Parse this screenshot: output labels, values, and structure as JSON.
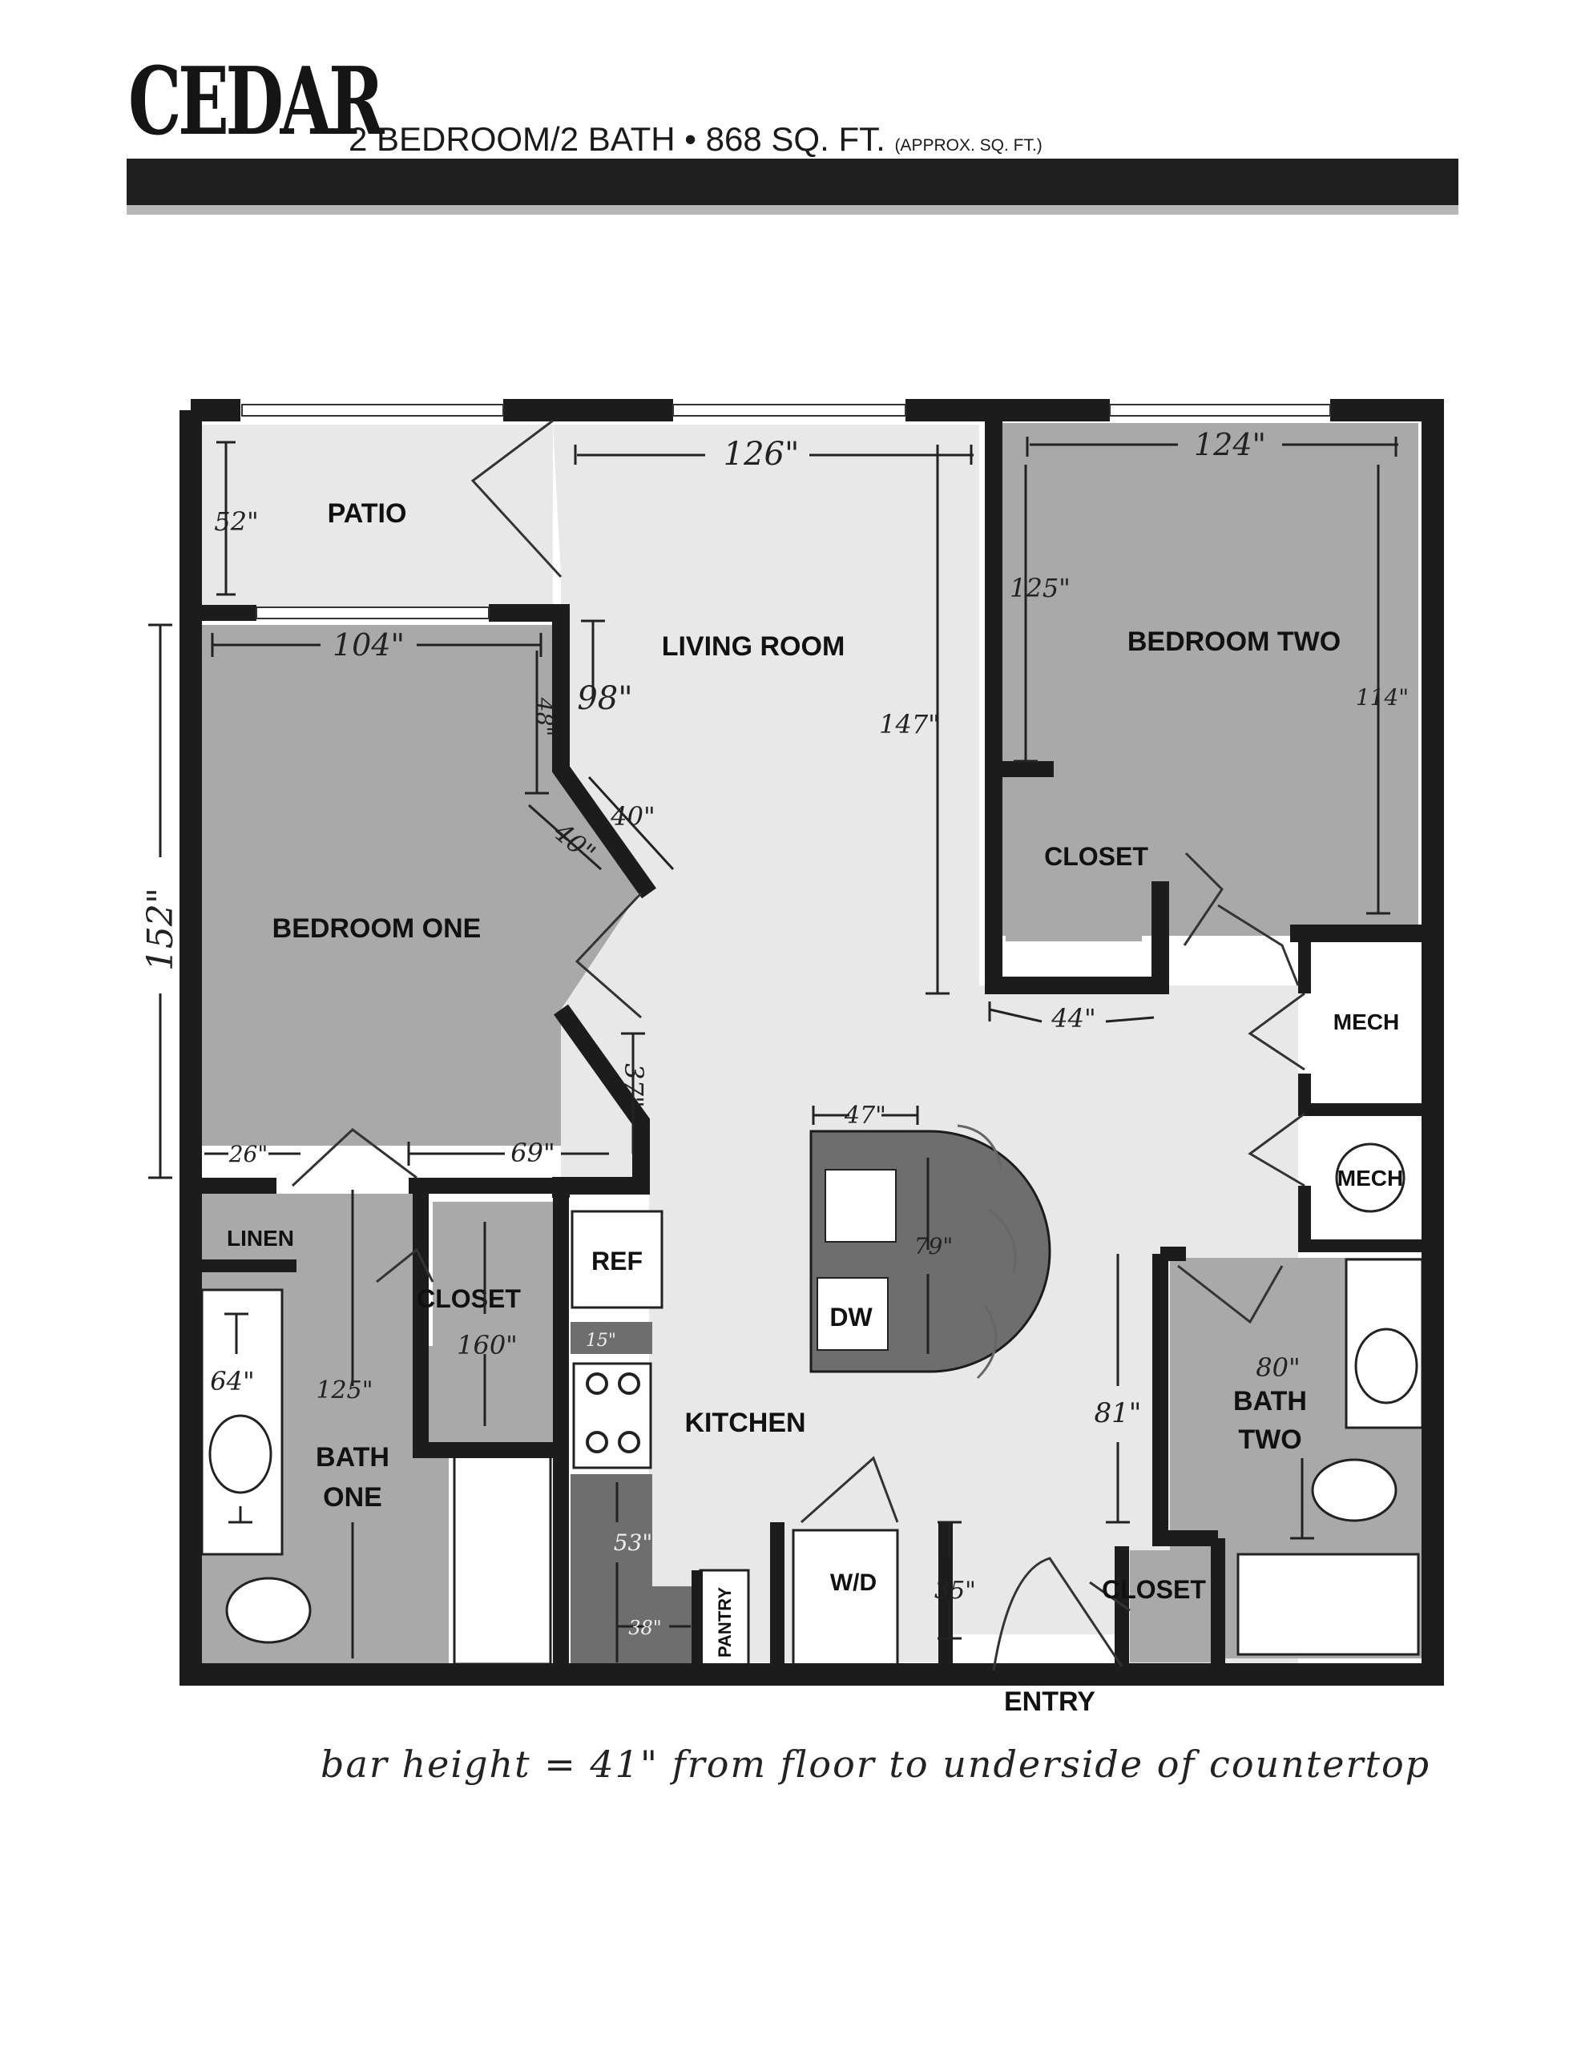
{
  "header": {
    "title": "CEDAR",
    "subtitle_main": "2 BEDROOM/2 BATH • 868 SQ. FT.",
    "subtitle_approx": "(APPROX. SQ. FT.)"
  },
  "rooms": {
    "patio": "PATIO",
    "living_room": "LIVING ROOM",
    "bedroom_two": "BEDROOM TWO",
    "bedroom_one": "BEDROOM ONE",
    "closet_br2": "CLOSET",
    "mech_1": "MECH",
    "mech_2": "MECH",
    "linen": "LINEN",
    "closet_br1": "CLOSET",
    "ref": "REF",
    "dw": "DW",
    "kitchen": "KITCHEN",
    "bath_one_a": "BATH",
    "bath_one_b": "ONE",
    "bath_two_a": "BATH",
    "bath_two_b": "TWO",
    "wd": "W/D",
    "pantry": "PANTRY",
    "closet_entry": "CLOSET",
    "entry": "ENTRY"
  },
  "dimensions": {
    "patio_depth": "52\"",
    "living_width": "126\"",
    "bedroom_two_width": "124\"",
    "bedroom_two_depth_a": "125\"",
    "bedroom_two_depth_b": "114\"",
    "bedroom_one_width": "104\"",
    "bedroom_one_depth": "152\"",
    "wall_48": "48\"",
    "wall_98": "98\"",
    "wall_40_a": "40\"",
    "wall_40_b": "40\"",
    "living_depth": "147\"",
    "closet_44": "44\"",
    "wall_37": "37\"",
    "wall_26": "26\"",
    "wall_69": "69\"",
    "island_47": "47\"",
    "island_79": "79\"",
    "counter_15": "15\"",
    "closet_160": "160\"",
    "vanity_64": "64\"",
    "bath_one_125": "125\"",
    "counter_53": "53\"",
    "counter_38": "38\"",
    "wd_35": "35\"",
    "bath_two_80": "80\"",
    "bath_two_81": "81\""
  },
  "note": "bar height = 41\" from floor to underside of countertop",
  "colors": {
    "bedroom": "#a9a9a9",
    "floor": "#e8e8e8",
    "counter": "#6e6e6e",
    "wall": "#1c1c1c"
  }
}
